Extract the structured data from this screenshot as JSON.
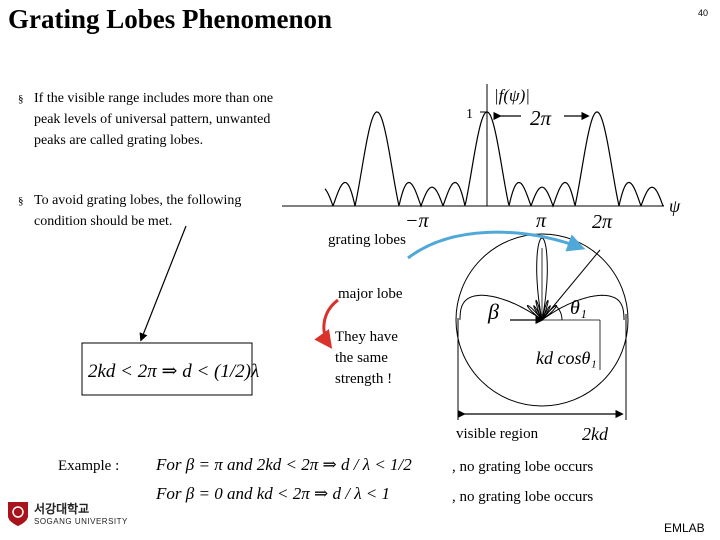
{
  "slide": {
    "title": "Grating Lobes Phenomenon",
    "page_number": "40",
    "bullet_marker": "§",
    "bullets": [
      "If the visible range includes more than one peak levels of universal pattern, unwanted peaks are called grating lobes.",
      "To avoid grating lobes, the following condition should be met."
    ],
    "condition_formula": "2kd < 2π ⇒ d < (1/2)λ",
    "example_label": "Example :",
    "example_formula_1": "For β = π and 2kd < 2π ⇒ d / λ < 1/2",
    "example_formula_2": "For β = 0 and kd < 2π ⇒ d / λ < 1",
    "example_result_1": ", no grating lobe occurs",
    "example_result_2": ", no grating lobe occurs",
    "footer": "EMLAB",
    "logo_text_korean": "서강대학교",
    "logo_text_english": "SOGANG UNIVERSITY"
  },
  "pattern_plot": {
    "ylabel": "|f(ψ)|",
    "xlabel": "ψ",
    "peak_value": "1",
    "period_label": "2π",
    "tick_neg_pi": "−π",
    "tick_pi": "π",
    "tick_2pi": "2π"
  },
  "circle_diagram": {
    "grating_lobes_label": "grating lobes",
    "major_lobe_label": "major lobe",
    "same_strength_label": "They have the same strength !",
    "beta_label": "β",
    "theta_label": "θ₁",
    "kdcos_label": "kd cosθ₁",
    "visible_region_label": "visible region",
    "two_kd_label": "2kd"
  },
  "colors": {
    "arrow_blue": "#4fa8d8",
    "arrow_red": "#d8322a",
    "logo_red": "#a8141c",
    "text": "#000000"
  }
}
